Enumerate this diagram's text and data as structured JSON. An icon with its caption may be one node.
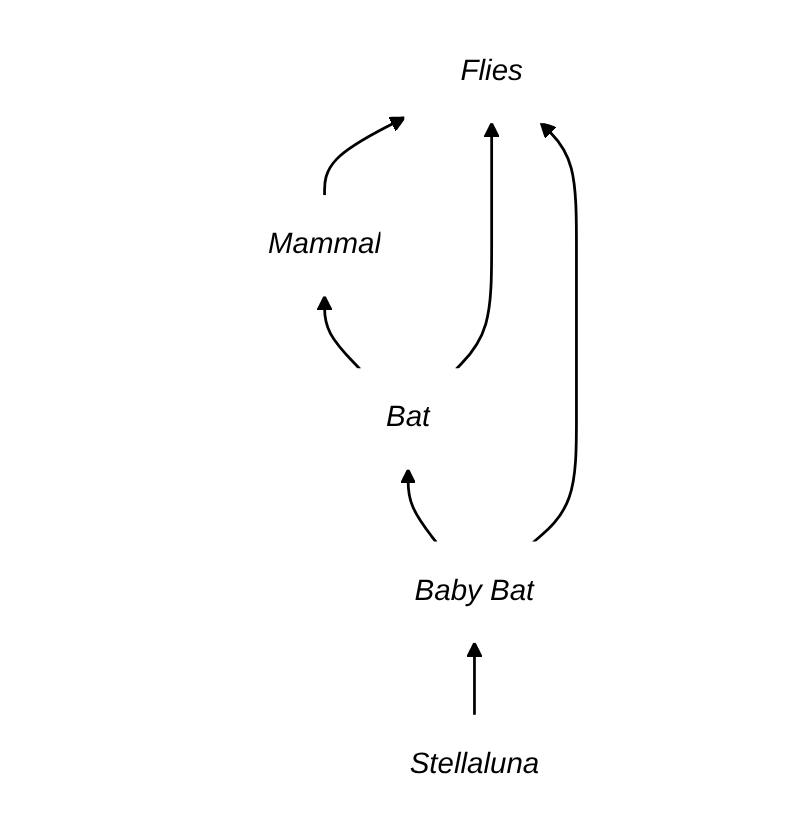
{
  "diagram": {
    "nodes": [
      {
        "text": [
          "Flies"
        ]
      },
      {
        "text": [
          "Mammal"
        ]
      },
      {
        "text": [
          "Bat"
        ]
      },
      {
        "text": [
          "Baby Bat"
        ]
      },
      {
        "text": [
          "Stellaluna"
        ]
      }
    ],
    "edges": [
      {
        "from": 1,
        "to": 0,
        "arrow": "to"
      },
      {
        "from": 2,
        "to": 1,
        "arrow": "to"
      },
      {
        "from": 2,
        "to": 0,
        "arrow": "to"
      },
      {
        "from": 3,
        "to": 2,
        "arrow": "to"
      },
      {
        "from": 3,
        "to": 0,
        "arrow": "to"
      },
      {
        "from": 4,
        "to": 3,
        "arrow": "to"
      }
    ]
  }
}
